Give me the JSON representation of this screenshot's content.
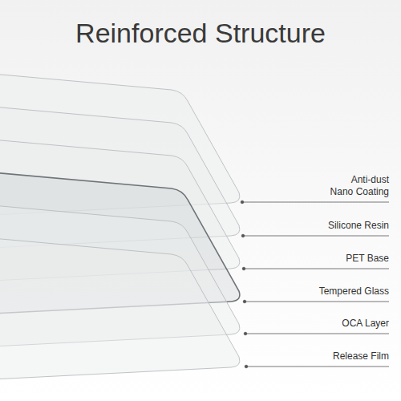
{
  "diagram": {
    "title": "Reinforced Structure",
    "labels": [
      "Anti-dust Nano Coating",
      "Silicone Resin",
      "PET Base",
      "Tempered Glass",
      "OCA Layer",
      "Release Film"
    ]
  }
}
